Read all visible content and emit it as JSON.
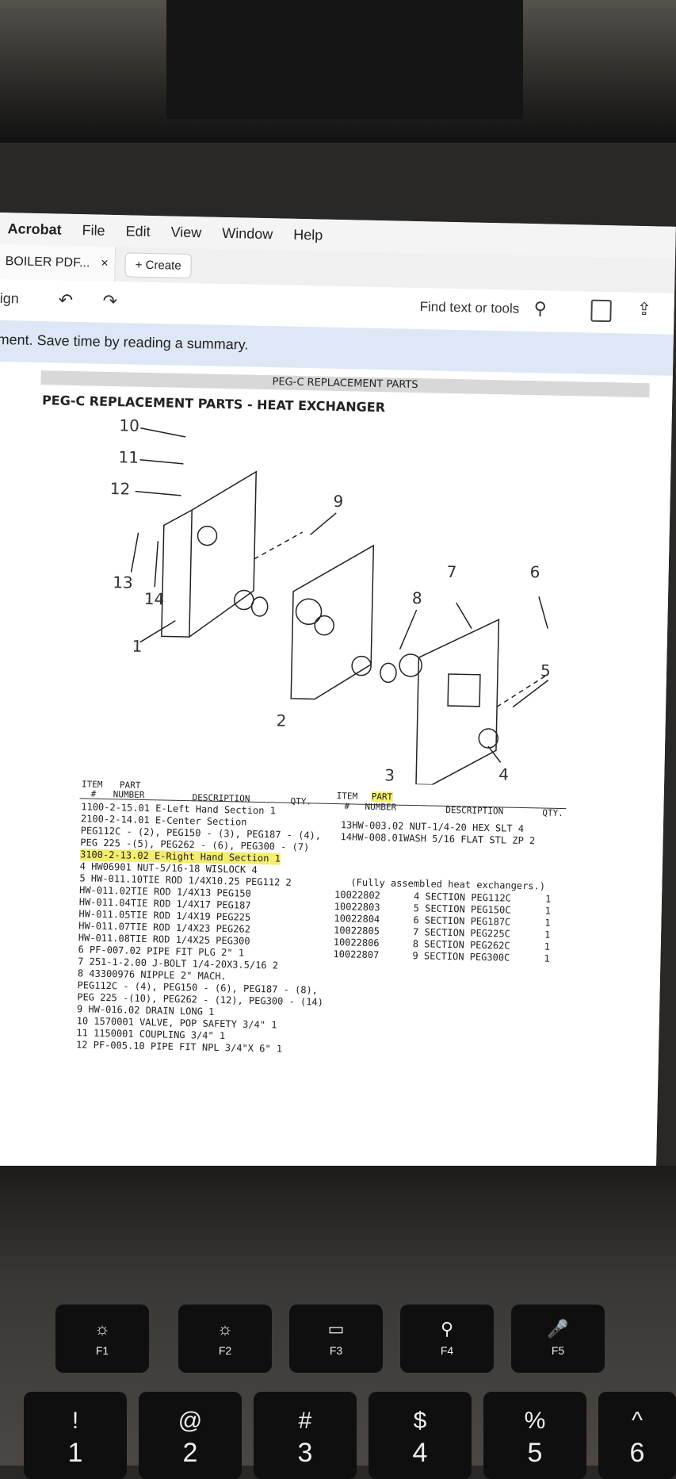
{
  "menubar": {
    "app": "Acrobat",
    "items": [
      "File",
      "Edit",
      "View",
      "Window",
      "Help"
    ]
  },
  "tab": {
    "title": "BOILER PDF...",
    "close": "×",
    "create": "Create",
    "create_plus": "+"
  },
  "toolbar": {
    "left_label": "ign",
    "find_label": "Find text or tools"
  },
  "banner": {
    "text": "ment. Save time by reading a summary."
  },
  "document": {
    "header_bar": "PEG-C REPLACEMENT PARTS",
    "title": "PEG-C REPLACEMENT PARTS - HEAT EXCHANGER",
    "callouts": [
      "10",
      "11",
      "12",
      "13",
      "14",
      "1",
      "9",
      "2",
      "8",
      "7",
      "6",
      "5",
      "3",
      "4"
    ],
    "left_table": {
      "headers": [
        "ITEM",
        "PART",
        "#",
        "NUMBER",
        "DESCRIPTION",
        "QTY."
      ],
      "lines": [
        "1100-2-15.01 E-Left Hand Section   1",
        "2100-2-14.01   E-Center Section",
        "PEG112C - (2),  PEG150 - (3),  PEG187 - (4),",
        "PEG 225 -(5),   PEG262 - (6),  PEG300 - (7)",
        "3100-2-13.02 E-Right Hand Section   1",
        "4  HW06901 NUT-5/16-18 WISLOCK  4",
        "5 HW-011.10TIE ROD 1/4X10.25 PEG112 2",
        "   HW-011.02TIE ROD 1/4X13 PEG150",
        "   HW-011.04TIE ROD 1/4X17 PEG187",
        "   HW-011.05TIE ROD 1/4X19 PEG225",
        "   HW-011.07TIE ROD 1/4X23 PEG262",
        "   HW-011.08TIE ROD 1/4X25 PEG300",
        "6  PF-007.02       PIPE FIT PLG 2\"        1",
        "7 251-1-2.00 J-BOLT 1/4-20X3.5/16   2",
        "8  43300976      NIPPLE  2\" MACH.",
        "PEG112C - (4),  PEG150 - (6),  PEG187 - (8),",
        "PEG 225 -(10),  PEG262 - (12), PEG300 - (14)",
        "9 HW-016.02         DRAIN LONG            1",
        "10  1570001 VALVE, POP SAFETY 3/4\"  1",
        "11  1150001          COUPLING 3/4\"        1",
        "12 PF-005.10  PIPE FIT NPL 3/4\"X 6\"     1"
      ],
      "highlight_index": 4
    },
    "right_table": {
      "headers": [
        "ITEM",
        "PART",
        "#",
        "NUMBER",
        "DESCRIPTION",
        "QTY."
      ],
      "lines": [
        "13HW-003.02  NUT-1/4-20 HEX SLT    4",
        "14HW-008.01WASH 5/16 FLAT STL ZP  2"
      ],
      "assembled_note": "(Fully assembled heat exchangers.)",
      "assembled": [
        {
          "part": "10022802",
          "desc": "4 SECTION PEG112C",
          "qty": "1"
        },
        {
          "part": "10022803",
          "desc": "5 SECTION PEG150C",
          "qty": "1"
        },
        {
          "part": "10022804",
          "desc": "6 SECTION PEG187C",
          "qty": "1"
        },
        {
          "part": "10022805",
          "desc": "7 SECTION PEG225C",
          "qty": "1"
        },
        {
          "part": "10022806",
          "desc": "8 SECTION PEG262C",
          "qty": "1"
        },
        {
          "part": "10022807",
          "desc": "9 SECTION PEG300C",
          "qty": "1"
        }
      ]
    }
  },
  "keyboard": {
    "fkeys": [
      {
        "label": "F1",
        "icon": "☼"
      },
      {
        "label": "F2",
        "icon": "☼"
      },
      {
        "label": "F3",
        "icon": "▭"
      },
      {
        "label": "F4",
        "icon": "⚲"
      },
      {
        "label": "F5",
        "icon": "🎤"
      }
    ],
    "numkeys": [
      {
        "sym": "!",
        "num": "1"
      },
      {
        "sym": "@",
        "num": "2"
      },
      {
        "sym": "#",
        "num": "3"
      },
      {
        "sym": "$",
        "num": "4"
      },
      {
        "sym": "%",
        "num": "5"
      },
      {
        "sym": "^",
        "num": "6"
      }
    ]
  },
  "colors": {
    "banner": "#dde7f5",
    "highlight": "#f4ee70",
    "menubar": "#f4f4f4"
  }
}
